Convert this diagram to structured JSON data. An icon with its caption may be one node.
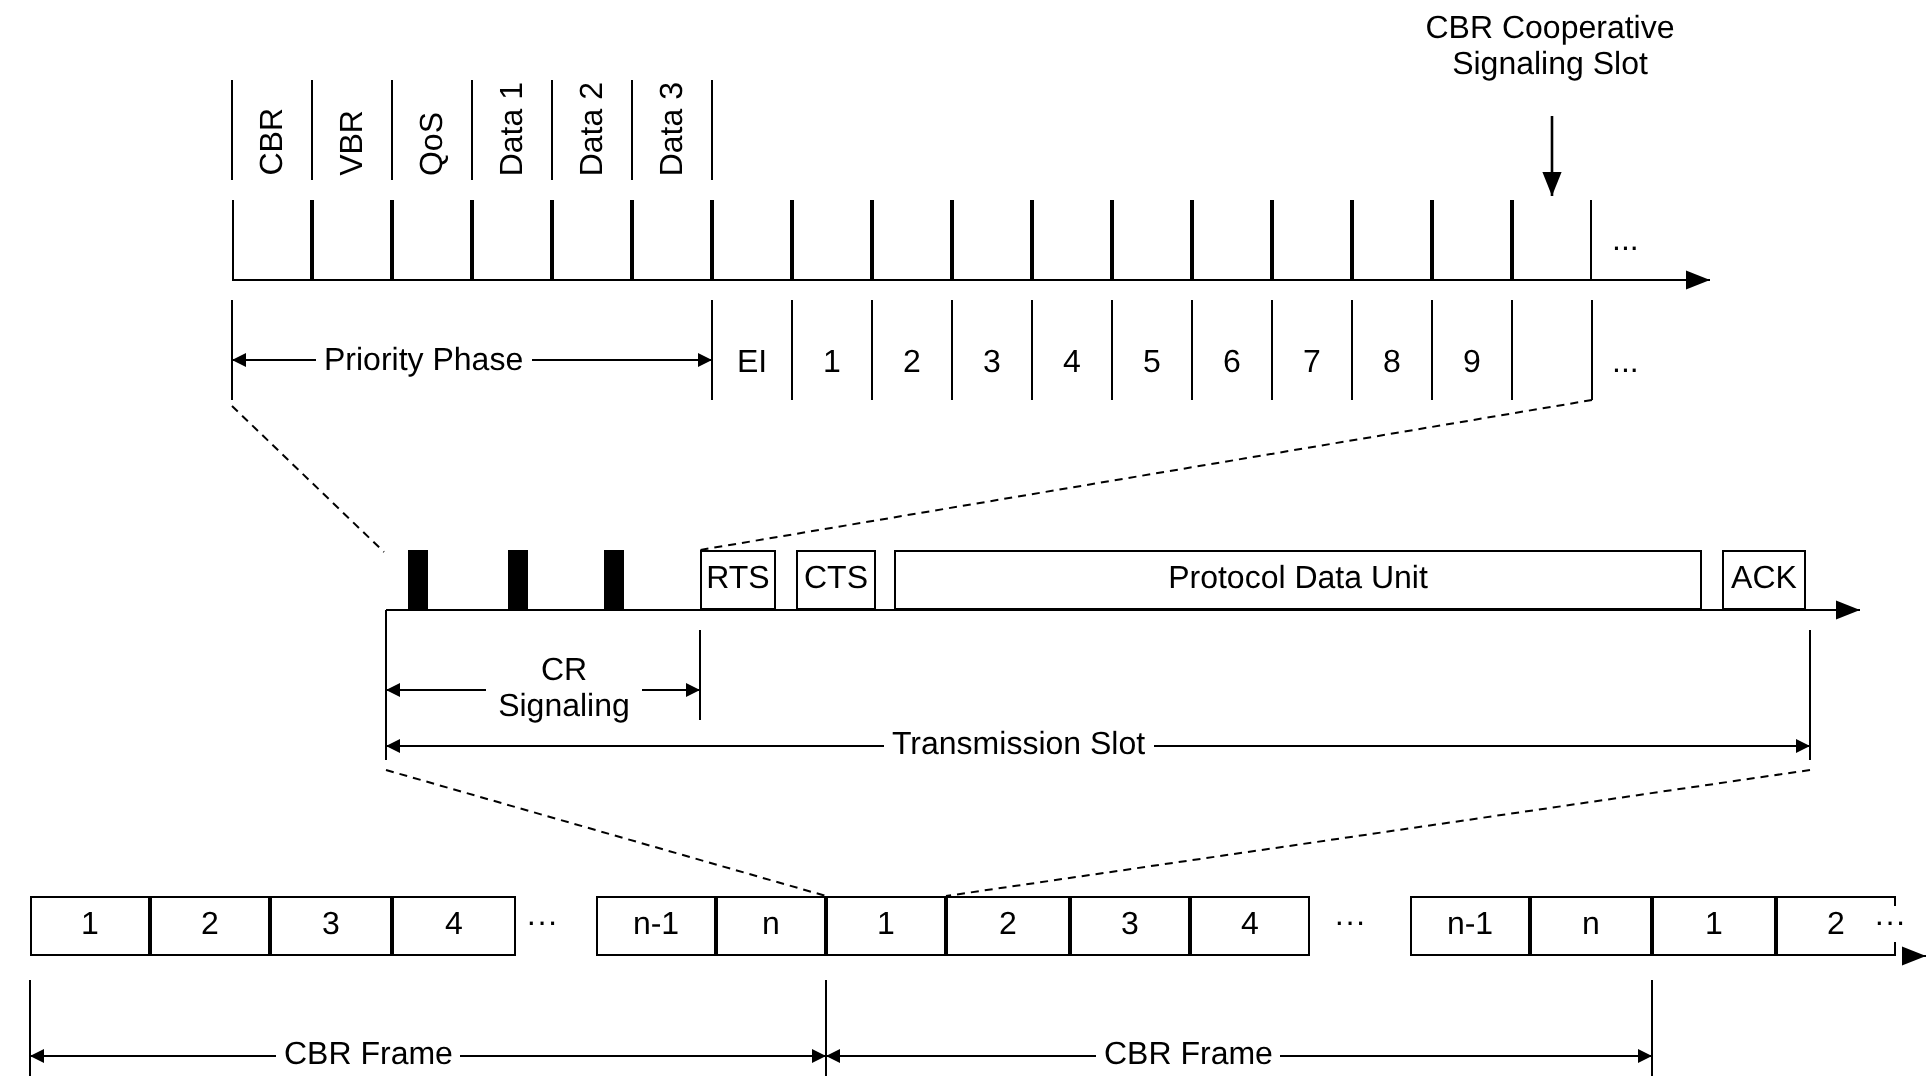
{
  "diagram": {
    "nodes": [
      {
        "text": [
          "CBR Cooperative Signaling Slot"
        ]
      },
      {
        "text": [
          "CBR"
        ]
      },
      {
        "text": [
          "VBR"
        ]
      },
      {
        "text": [
          "QoS"
        ]
      },
      {
        "text": [
          "Data 1"
        ]
      },
      {
        "text": [
          "Data 2"
        ]
      },
      {
        "text": [
          "Data 3"
        ]
      },
      {
        "text": [
          "EI"
        ]
      },
      {
        "text": [
          "1"
        ]
      },
      {
        "text": [
          "2"
        ]
      },
      {
        "text": [
          "3"
        ]
      },
      {
        "text": [
          "4"
        ]
      },
      {
        "text": [
          "5"
        ]
      },
      {
        "text": [
          "6"
        ]
      },
      {
        "text": [
          "7"
        ]
      },
      {
        "text": [
          "8"
        ]
      },
      {
        "text": [
          "9"
        ]
      },
      {
        "text": [],
        "shape": "box"
      },
      {
        "text": [],
        "shape": "bar"
      },
      {
        "text": [],
        "shape": "bar"
      },
      {
        "text": [],
        "shape": "bar"
      },
      {
        "text": [
          "RTS"
        ]
      },
      {
        "text": [
          "CTS"
        ]
      },
      {
        "text": [
          "Protocol Data Unit"
        ]
      },
      {
        "text": [
          "ACK"
        ]
      },
      {
        "text": [
          "1"
        ]
      },
      {
        "text": [
          "2"
        ]
      },
      {
        "text": [
          "3"
        ]
      },
      {
        "text": [
          "4"
        ]
      },
      {
        "text": [
          "n-1"
        ]
      },
      {
        "text": [
          "n"
        ]
      },
      {
        "text": [
          "1"
        ]
      },
      {
        "text": [
          "2"
        ]
      },
      {
        "text": [
          "3"
        ]
      },
      {
        "text": [
          "4"
        ]
      },
      {
        "text": [
          "n-1"
        ]
      },
      {
        "text": [
          "n"
        ]
      },
      {
        "text": [
          "1"
        ]
      },
      {
        "text": [
          "2"
        ]
      }
    ],
    "edges": [
      {
        "from": 0,
        "to": 17,
        "arrow": "to"
      }
    ],
    "labels": [
      "...",
      "Priority Phase",
      "...",
      "CR Signaling",
      "Transmission Slot",
      "···",
      "···",
      "···",
      "CBR Frame",
      "CBR Frame"
    ]
  }
}
